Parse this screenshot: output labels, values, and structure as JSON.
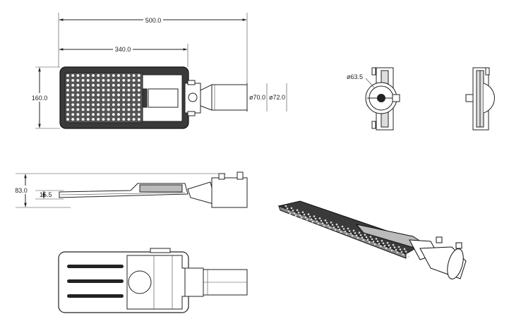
{
  "dimensions": {
    "overall_length": "500.0",
    "body_length": "340.0",
    "body_width": "160.0",
    "inner_diameter": "ø70.0",
    "outer_diameter": "ø72.0",
    "pole_diameter": "ø63.5",
    "height": "83.0",
    "thickness": "15.5"
  },
  "colors": {
    "line": "#222222",
    "fill_dark": "#2a2a2a",
    "background": "#ffffff"
  }
}
